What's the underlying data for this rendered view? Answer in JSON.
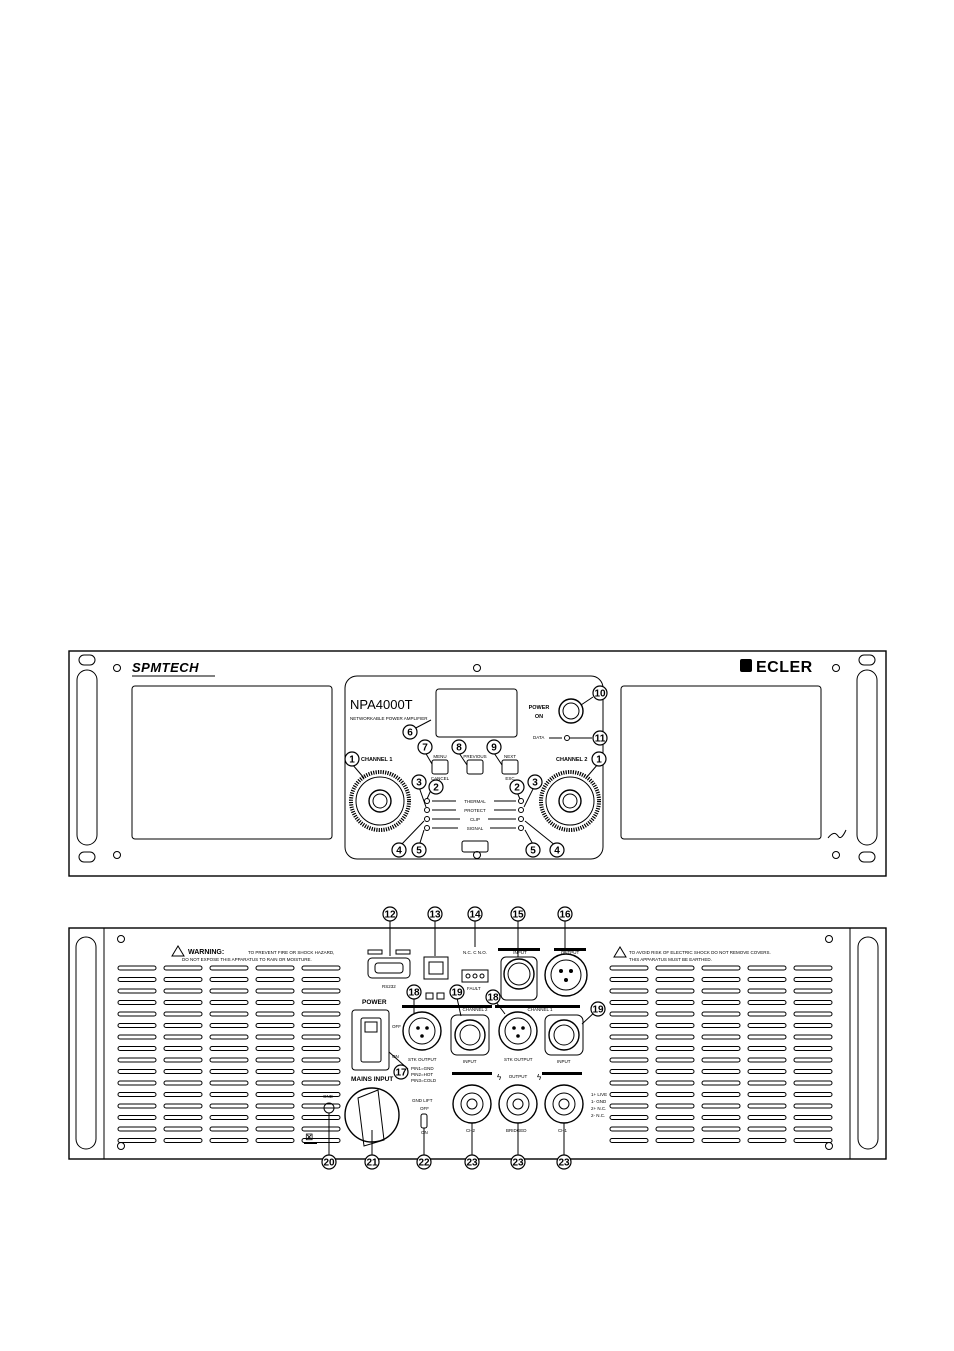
{
  "front": {
    "logo_left": "SPMTECH",
    "logo_right": "ECLER",
    "model": "NPA4000T",
    "subtitle": "NETWORKABLE POWER AMPLIFIER",
    "power_label": "POWER",
    "power_on": "ON",
    "data_label": "DATA",
    "channel1": "CHANNEL 1",
    "channel2": "CHANNEL 2",
    "menu": "MENU",
    "cancel": "CANCEL",
    "previous": "PREVIOUS",
    "next": "NEXT",
    "esc": "ESC",
    "status": [
      "THERMAL",
      "PROTECT",
      "CLIP",
      "SIGNAL"
    ]
  },
  "rear": {
    "warning_title": "WARNING:",
    "warning_text1": "TO PREVENT FIRE OR SHOCK HAZARD,",
    "warning_text2": "DO NOT EXPOSE THIS APPARATUS TO RAIN OR MOISTURE.",
    "caution1": "TO AVOID RISK OF ELECTRIC SHOCK DO NOT REMOVE COVERS.",
    "caution2": "THIS APPARATUS MUST BE EARTHED.",
    "rs232": "RS232",
    "fault": "FAULT",
    "nc_c_no": "N.C. C N.O.",
    "power": "POWER",
    "off": "OFF",
    "on": "ON",
    "mains_input": "MAINS INPUT",
    "gnd": "GND",
    "gnd_lift": "GND LIFT",
    "gnd_off": "OFF",
    "gnd_on": "ON",
    "channel2": "CHANNEL 2",
    "channel1": "CHANNEL 1",
    "bridged": "BRIDGED",
    "input": "INPUT",
    "output": "OUTPUT",
    "stk_output": "STK OUTPUT",
    "pins": [
      "PIN1=GND",
      "PIN2=HOT",
      "PIN3=COLD"
    ],
    "ch2_out": "CH2",
    "bridged_out": "BRIDGED",
    "ch1_out": "CH1",
    "speakon_legend": [
      "1+ LIVE",
      "1- GND",
      "2+ N.C.",
      "2- N.C."
    ]
  },
  "callouts_front": [
    "1",
    "1",
    "2",
    "2",
    "3",
    "3",
    "4",
    "4",
    "5",
    "5",
    "6",
    "7",
    "8",
    "9",
    "10",
    "11"
  ],
  "callouts_rear": [
    "12",
    "13",
    "14",
    "15",
    "16",
    "17",
    "18",
    "18",
    "19",
    "19",
    "20",
    "21",
    "22",
    "23",
    "23",
    "23"
  ]
}
